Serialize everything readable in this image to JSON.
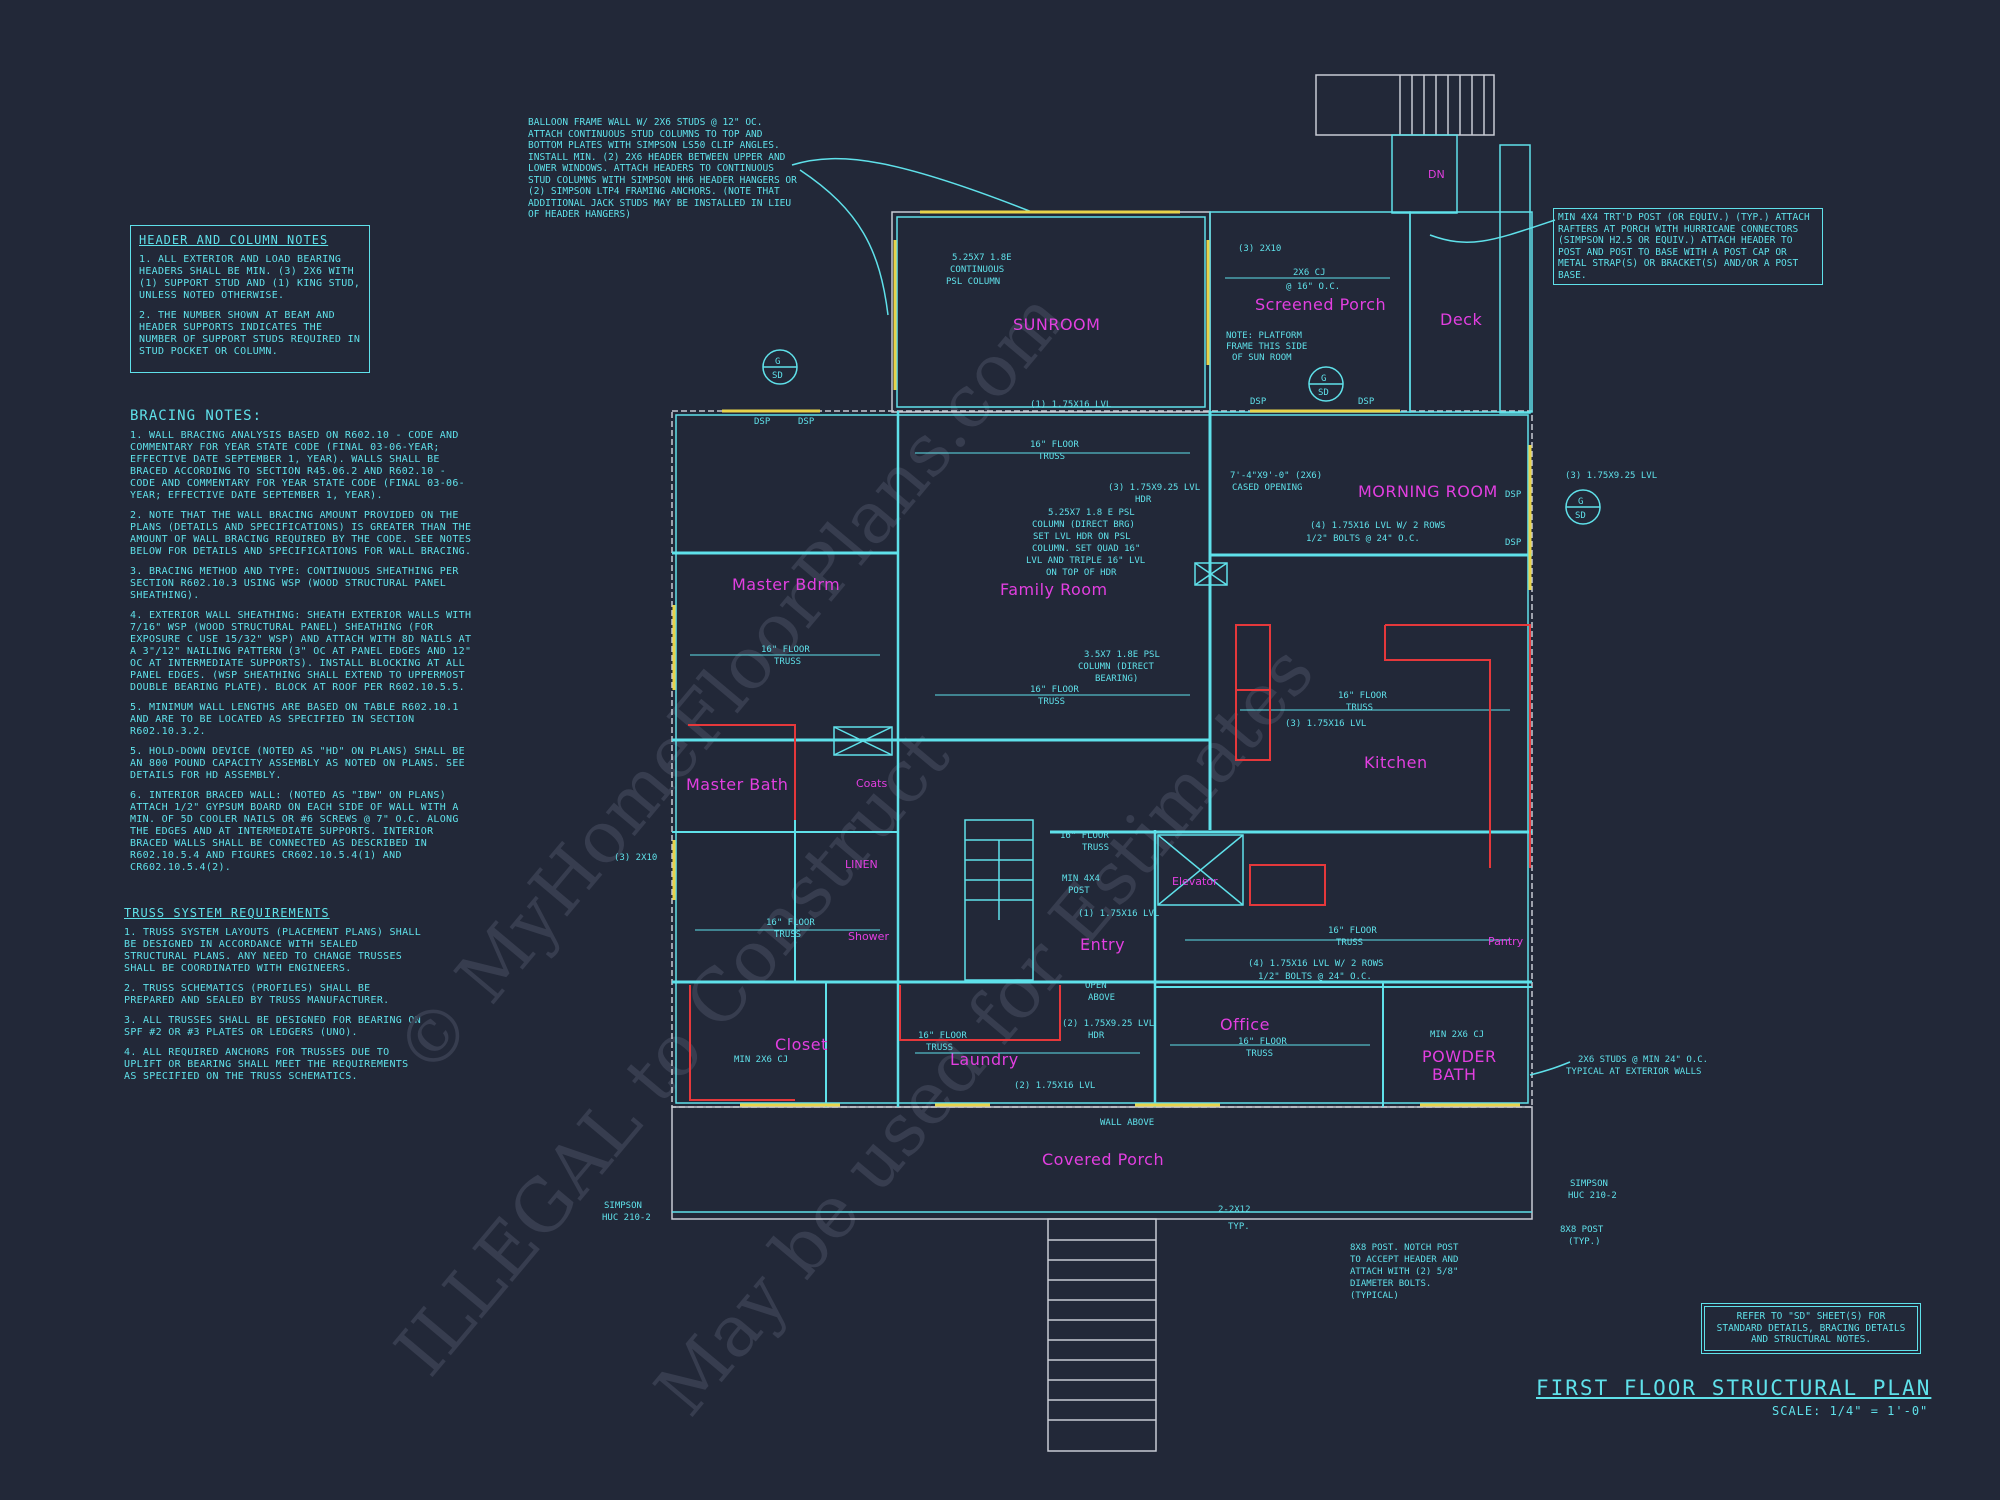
{
  "header_notes": {
    "title": "HEADER AND COLUMN NOTES",
    "items": [
      "1. ALL EXTERIOR AND LOAD BEARING HEADERS SHALL BE MIN. (3) 2x6 WITH (1) SUPPORT STUD AND (1) KING STUD, UNLESS NOTED OTHERWISE.",
      "2. THE NUMBER SHOWN AT BEAM AND HEADER SUPPORTS INDICATES THE NUMBER OF SUPPORT STUDS REQUIRED IN STUD POCKET OR COLUMN."
    ]
  },
  "bracing_notes": {
    "title": "BRACING NOTES:",
    "items": [
      "1. WALL BRACING ANALYSIS BASED ON R602.10 - CODE AND COMMENTARY FOR YEAR STATE CODE (FINAL 03-06-YEAR; EFFECTIVE DATE SEPTEMBER 1, YEAR). WALLS SHALL BE BRACED ACCORDING TO SECTION R45.06.2 AND R602.10 - CODE AND COMMENTARY FOR YEAR STATE CODE (FINAL 03-06-YEAR; EFFECTIVE DATE SEPTEMBER 1, YEAR).",
      "2. NOTE THAT THE WALL BRACING AMOUNT PROVIDED ON THE PLANS (DETAILS AND SPECIFICATIONS) IS GREATER THAN THE AMOUNT OF WALL BRACING REQUIRED BY THE CODE. SEE NOTES BELOW FOR DETAILS AND SPECIFICATIONS FOR WALL BRACING.",
      "3. BRACING METHOD AND TYPE: CONTINUOUS SHEATHING PER SECTION R602.10.3 USING WSP (WOOD STRUCTURAL PANEL SHEATHING).",
      "4. EXTERIOR WALL SHEATHING: SHEATH EXTERIOR WALLS WITH 7/16\" WSP (WOOD STRUCTURAL PANEL) SHEATHING (FOR EXPOSURE C USE 15/32\" WSP) AND ATTACH WITH 8d NAILS AT A 3\"/12\" NAILING PATTERN (3\" OC AT PANEL EDGES AND 12\" OC AT INTERMEDIATE SUPPORTS). INSTALL BLOCKING AT ALL PANEL EDGES. (WSP SHEATHING SHALL EXTEND TO UPPERMOST DOUBLE BEARING PLATE). BLOCK AT ROOF PER R602.10.5.5.",
      "5. MINIMUM WALL LENGTHS ARE BASED ON TABLE R602.10.1 AND ARE TO BE LOCATED AS SPECIFIED IN SECTION R602.10.3.2.",
      "5. HOLD-DOWN DEVICE (NOTED AS \"HD\" ON PLANS) SHALL BE AN 800 POUND CAPACITY ASSEMBLY AS NOTED ON PLANS. SEE DETAILS FOR HD ASSEMBLY.",
      "6. INTERIOR BRACED WALL: (NOTED AS \"IBW\" ON PLANS) ATTACH 1/2\" GYPSUM BOARD ON EACH SIDE OF WALL WITH A MIN. OF 5d COOLER NAILS OR #6 SCREWS @ 7\" O.C. ALONG THE EDGES AND AT INTERMEDIATE SUPPORTS. INTERIOR BRACED WALLS SHALL BE CONNECTED AS DESCRIBED IN R602.10.5.4 AND FIGURES CR602.10.5.4(1) AND CR602.10.5.4(2)."
    ]
  },
  "truss_notes": {
    "title": "TRUSS SYSTEM REQUIREMENTS",
    "items": [
      "1. TRUSS SYSTEM LAYOUTS (PLACEMENT PLANS) SHALL BE DESIGNED IN ACCORDANCE WITH SEALED STRUCTURAL PLANS. ANY NEED TO CHANGE TRUSSES SHALL BE COORDINATED WITH ENGINEERS.",
      "2. TRUSS SCHEMATICS (PROFILES) SHALL BE PREPARED AND SEALED BY TRUSS MANUFACTURER.",
      "3. ALL TRUSSES SHALL BE DESIGNED FOR BEARING ON SPF #2 OR #3 PLATES OR LEDGERS (UNO).",
      "4. ALL REQUIRED ANCHORS FOR TRUSSES DUE TO UPLIFT OR BEARING SHALL MEET THE REQUIREMENTS AS SPECIFIED ON THE TRUSS SCHEMATICS."
    ]
  },
  "balloon_note": "BALLOON FRAME WALL w/ 2x6 STUDS @ 12\" OC. ATTACH CONTINUOUS STUD COLUMNS TO TOP AND BOTTOM PLATES WITH SIMPSON LS50 CLIP ANGLES. INSTALL MIN. (2) 2x6 HEADER BETWEEN UPPER AND LOWER WINDOWS. ATTACH HEADERS TO CONTINUOUS STUD COLUMNS WITH SIMPSON HH6 HEADER HANGERS OR (2) SIMPSON LTP4 FRAMING ANCHORS. (NOTE THAT ADDITIONAL JACK STUDS MAY BE INSTALLED IN LIEU OF HEADER HANGERS)",
  "post_note": "MIN 4X4 TRT'D POST (OR EQUIV.) (TYP.) ATTACH RAFTERS AT PORCH WITH HURRICANE CONNECTORS (SIMPSON H2.5 OR EQUIV.) ATTACH HEADER TO POST AND POST TO BASE WITH A POST CAP OR METAL STRAP(S) OR BRACKET(S) AND/OR A POST BASE.",
  "refer_note": "REFER TO \"SD\" SHEET(S) FOR STANDARD DETAILS, BRACING DETAILS AND STRUCTURAL NOTES.",
  "plan_title": "FIRST FLOOR STRUCTURAL PLAN",
  "plan_scale": "SCALE: 1/4\" = 1'-0\"",
  "watermark": {
    "line1": "© MyHomeFloorPlans.com",
    "line2": "ILLEGAL to Construct",
    "line3": "May be used for Estimates"
  },
  "rooms": {
    "sunroom": "SUNROOM",
    "screened_porch": "Screened Porch",
    "deck": "Deck",
    "morning_room": "MORNING ROOM",
    "master_bdrm": "Master Bdrm",
    "family_room": "Family Room",
    "kitchen": "Kitchen",
    "master_bath": "Master Bath",
    "coats": "Coats",
    "linen": "LINEN",
    "shower": "Shower",
    "elevator": "Elevator",
    "entry": "Entry",
    "pantry": "Pantry",
    "closet": "Closet",
    "laundry": "Laundry",
    "office": "Office",
    "powder_bath_1": "POWDER",
    "powder_bath_2": "BATH",
    "covered_porch": "Covered Porch",
    "dn": "DN"
  },
  "labels": {
    "floor_truss": "16\" FLOOR",
    "truss": "TRUSS",
    "psl_column_1": "5.25x7 1.8E",
    "psl_column_2": "CONTINUOUS",
    "psl_column_3": "PSL COLUMN",
    "cj_16": "2x6 CJ",
    "cj_16b": "@ 16\" O.C.",
    "platform_note_1": "NOTE: PLATFORM",
    "platform_note_2": "FRAME THIS SIDE",
    "platform_note_3": "OF SUN ROOM",
    "lvl_1": "(1) 1.75x16 LVL",
    "lvl_3": "(3) 1.75x9.25 LVL",
    "hdr": "HDR",
    "cased_opening_1": "7'-4\"x9'-0\" (2x6)",
    "cased_opening_2": "CASED OPENING",
    "lvl_3_925": "(3) 1.75x9.25 LVL",
    "lvl_4_rows_1": "(4) 1.75x16 LVL w/ 2 ROWS",
    "lvl_4_rows_2": "1/2\" BOLTS @ 24\" O.C.",
    "psl_col_direct_1": "5.25x7 1.8 E PSL",
    "psl_col_direct_2": "COLUMN (DIRECT BRG)",
    "psl_col_direct_3": "SET LVL HDR ON PSL",
    "psl_col_direct_4": "COLUMN. SET QUAD 16\"",
    "psl_col_direct_5": "LVL AND TRIPLE 16\" LVL",
    "psl_col_direct_6": "ON TOP OF HDR",
    "psl_35_1": "3.5x7 1.8E PSL",
    "psl_35_2": "COLUMN (DIRECT",
    "psl_35_3": "BEARING)",
    "lvl_3_16": "(3) 1.75x16 LVL",
    "min_4x4_1": "MIN 4x4",
    "min_4x4_2": "POST",
    "open_above_1": "OPEN",
    "open_above_2": "ABOVE",
    "lvl_2_925": "(2) 1.75x9.25 LVL",
    "lvl_2_16": "(2) 1.75x16 LVL",
    "wall_above": "WALL ABOVE",
    "min_2x6": "MIN 2x6 CJ",
    "studs_1": "2x6 STUDS @ MIN 24\" O.C.",
    "studs_2": "TYPICAL AT EXTERIOR WALLS",
    "simpson_huc_1": "SIMPSON",
    "simpson_huc_2": "HUC 210-2",
    "post_8x8_1": "8x8 POST",
    "post_8x8_2": "(TYP.)",
    "notch_1": "8x8 POST. NOTCH POST",
    "notch_2": "TO ACCEPT HEADER AND",
    "notch_3": "ATTACH WITH (2) 5/8\"",
    "notch_4": "DIAMETER BOLTS.",
    "notch_5": "(TYPICAL)",
    "dsp": "DSP",
    "section_g": "G",
    "section_sd": "SD",
    "size_2x10": "(3) 2x10",
    "size_2x12": "2-2x12",
    "typ": "TYP."
  }
}
